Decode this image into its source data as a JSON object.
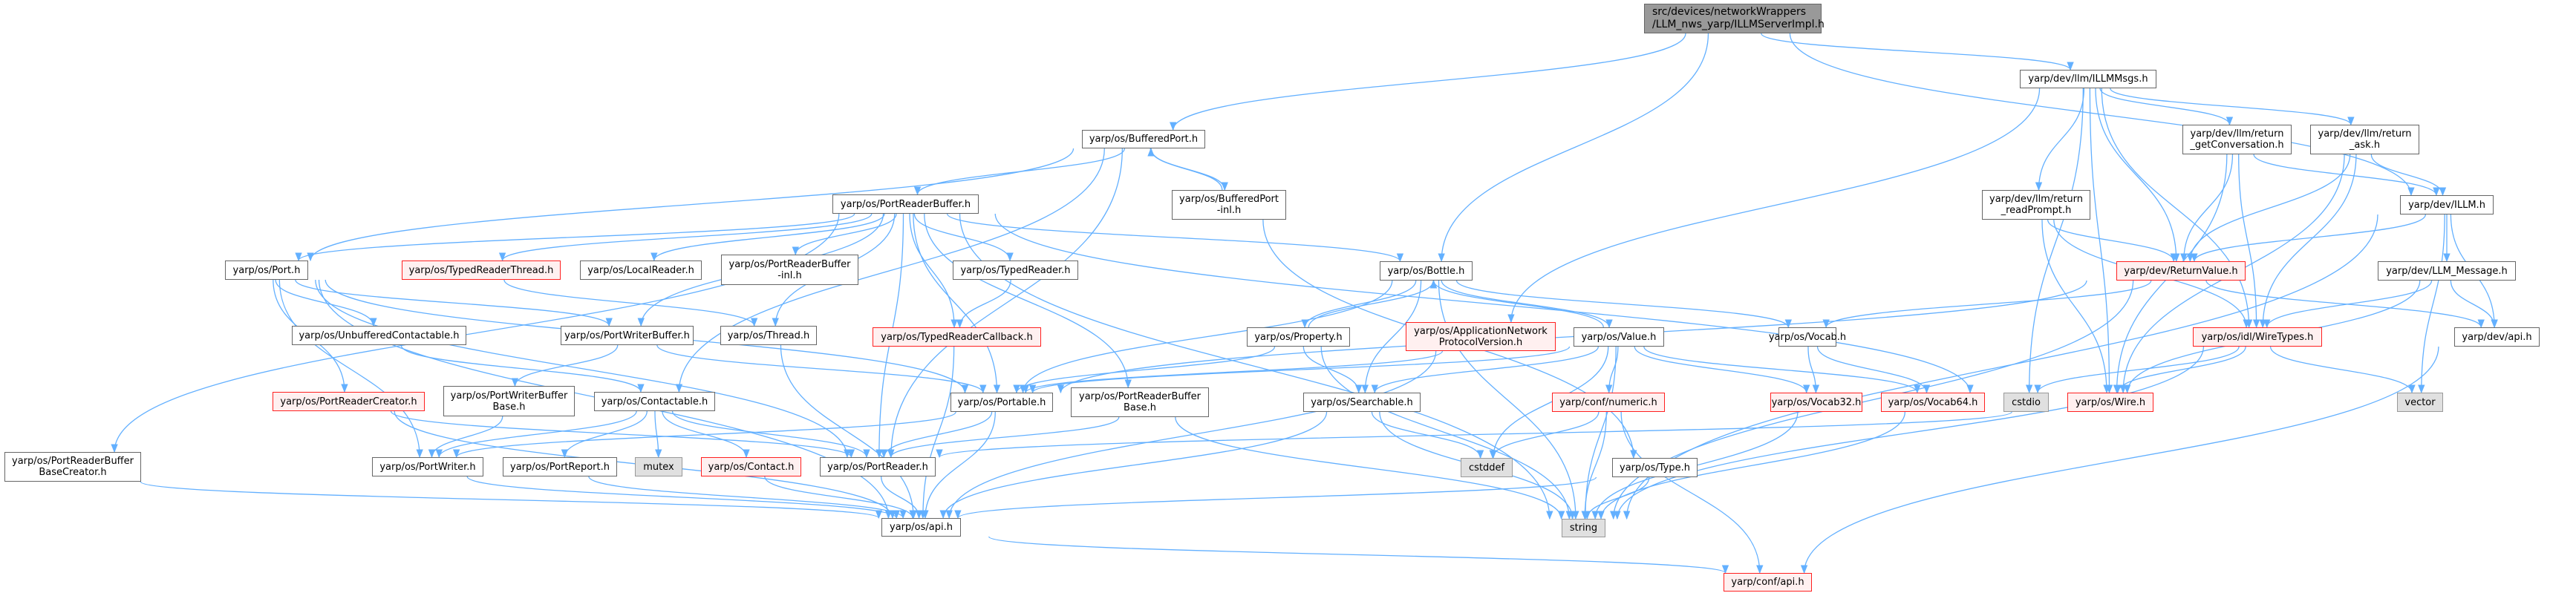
{
  "colors": {
    "edge": "#63b0ff",
    "red_border": "#ff2020",
    "red_fill": "#fff0f0",
    "ext_fill": "#e0e0e0",
    "root_fill": "#999999"
  },
  "nodes": [
    {
      "id": "root",
      "label": "src/devices/networkWrappers\n/LLM_nws_yarp/ILLMServerImpl.h",
      "kind": "root"
    },
    {
      "id": "illmmsgs",
      "label": "yarp/dev/llm/ILLMMsgs.h",
      "kind": "normal"
    },
    {
      "id": "getconv",
      "label": "yarp/dev/llm/return\n_getConversation.h",
      "kind": "normal"
    },
    {
      "id": "ask",
      "label": "yarp/dev/llm/return\n_ask.h",
      "kind": "normal"
    },
    {
      "id": "readprompt",
      "label": "yarp/dev/llm/return\n_readPrompt.h",
      "kind": "normal"
    },
    {
      "id": "illm",
      "label": "yarp/dev/ILLM.h",
      "kind": "normal"
    },
    {
      "id": "returnvalue",
      "label": "yarp/dev/ReturnValue.h",
      "kind": "red"
    },
    {
      "id": "llmmsg",
      "label": "yarp/dev/LLM_Message.h",
      "kind": "normal"
    },
    {
      "id": "wiretypes",
      "label": "yarp/os/idl/WireTypes.h",
      "kind": "red"
    },
    {
      "id": "devapi",
      "label": "yarp/dev/api.h",
      "kind": "normal"
    },
    {
      "id": "vocab",
      "label": "yarp/os/Vocab.h",
      "kind": "normal"
    },
    {
      "id": "vocab32",
      "label": "yarp/os/Vocab32.h",
      "kind": "red"
    },
    {
      "id": "vocab64",
      "label": "yarp/os/Vocab64.h",
      "kind": "red"
    },
    {
      "id": "cstdio",
      "label": "cstdio",
      "kind": "ext"
    },
    {
      "id": "wire",
      "label": "yarp/os/Wire.h",
      "kind": "red"
    },
    {
      "id": "vector",
      "label": "vector",
      "kind": "ext"
    },
    {
      "id": "confapi",
      "label": "yarp/conf/api.h",
      "kind": "red"
    },
    {
      "id": "bufferedport",
      "label": "yarp/os/BufferedPort.h",
      "kind": "normal"
    },
    {
      "id": "bpinl",
      "label": "yarp/os/BufferedPort\n-inl.h",
      "kind": "normal"
    },
    {
      "id": "bottle",
      "label": "yarp/os/Bottle.h",
      "kind": "normal"
    },
    {
      "id": "property",
      "label": "yarp/os/Property.h",
      "kind": "normal"
    },
    {
      "id": "appnet",
      "label": "yarp/os/ApplicationNetwork\nProtocolVersion.h",
      "kind": "red"
    },
    {
      "id": "value",
      "label": "yarp/os/Value.h",
      "kind": "normal"
    },
    {
      "id": "typedreader",
      "label": "yarp/os/TypedReader.h",
      "kind": "normal"
    },
    {
      "id": "trcallback",
      "label": "yarp/os/TypedReaderCallback.h",
      "kind": "red"
    },
    {
      "id": "portable",
      "label": "yarp/os/Portable.h",
      "kind": "normal"
    },
    {
      "id": "prbbase",
      "label": "yarp/os/PortReaderBuffer\nBase.h",
      "kind": "normal"
    },
    {
      "id": "searchable",
      "label": "yarp/os/Searchable.h",
      "kind": "normal"
    },
    {
      "id": "numeric",
      "label": "yarp/conf/numeric.h",
      "kind": "red"
    },
    {
      "id": "cstddef",
      "label": "cstddef",
      "kind": "ext"
    },
    {
      "id": "type",
      "label": "yarp/os/Type.h",
      "kind": "normal"
    },
    {
      "id": "string",
      "label": "string",
      "kind": "ext"
    },
    {
      "id": "prb",
      "label": "yarp/os/PortReaderBuffer.h",
      "kind": "normal"
    },
    {
      "id": "port",
      "label": "yarp/os/Port.h",
      "kind": "normal"
    },
    {
      "id": "trthread",
      "label": "yarp/os/TypedReaderThread.h",
      "kind": "red"
    },
    {
      "id": "localreader",
      "label": "yarp/os/LocalReader.h",
      "kind": "normal"
    },
    {
      "id": "prbinl",
      "label": "yarp/os/PortReaderBuffer\n-inl.h",
      "kind": "normal"
    },
    {
      "id": "unbuffered",
      "label": "yarp/os/UnbufferedContactable.h",
      "kind": "normal"
    },
    {
      "id": "pwb",
      "label": "yarp/os/PortWriterBuffer.h",
      "kind": "normal"
    },
    {
      "id": "thread",
      "label": "yarp/os/Thread.h",
      "kind": "normal"
    },
    {
      "id": "prcreator",
      "label": "yarp/os/PortReaderCreator.h",
      "kind": "red"
    },
    {
      "id": "pwbbase",
      "label": "yarp/os/PortWriterBuffer\nBase.h",
      "kind": "normal"
    },
    {
      "id": "contactable",
      "label": "yarp/os/Contactable.h",
      "kind": "normal"
    },
    {
      "id": "basecreator",
      "label": "yarp/os/PortReaderBuffer\nBaseCreator.h",
      "kind": "normal"
    },
    {
      "id": "portwriter",
      "label": "yarp/os/PortWriter.h",
      "kind": "normal"
    },
    {
      "id": "portreport",
      "label": "yarp/os/PortReport.h",
      "kind": "normal"
    },
    {
      "id": "mutex",
      "label": "mutex",
      "kind": "ext"
    },
    {
      "id": "contact",
      "label": "yarp/os/Contact.h",
      "kind": "red"
    },
    {
      "id": "portreader",
      "label": "yarp/os/PortReader.h",
      "kind": "normal"
    },
    {
      "id": "osapi",
      "label": "yarp/os/api.h",
      "kind": "normal"
    }
  ],
  "edges": [
    [
      "root",
      "bufferedport"
    ],
    [
      "root",
      "bottle"
    ],
    [
      "root",
      "illmmsgs"
    ],
    [
      "root",
      "illm"
    ],
    [
      "bufferedport",
      "prb"
    ],
    [
      "bufferedport",
      "port"
    ],
    [
      "bufferedport",
      "bpinl"
    ],
    [
      "bufferedport",
      "contactable"
    ],
    [
      "bufferedport",
      "portreader"
    ],
    [
      "bpinl",
      "bufferedport"
    ],
    [
      "bpinl",
      "type"
    ],
    [
      "prb",
      "port"
    ],
    [
      "prb",
      "trthread"
    ],
    [
      "prb",
      "localreader"
    ],
    [
      "prb",
      "prbinl"
    ],
    [
      "prb",
      "typedreader"
    ],
    [
      "prb",
      "trcallback"
    ],
    [
      "prb",
      "prbbase"
    ],
    [
      "prb",
      "portreader"
    ],
    [
      "prb",
      "bottle"
    ],
    [
      "prb",
      "string"
    ],
    [
      "prb",
      "cstdio"
    ],
    [
      "prb",
      "basecreator"
    ],
    [
      "prb",
      "pwb"
    ],
    [
      "prb",
      "portable"
    ],
    [
      "prb",
      "thread"
    ],
    [
      "port",
      "unbuffered"
    ],
    [
      "port",
      "prcreator"
    ],
    [
      "port",
      "portwriter"
    ],
    [
      "port",
      "osapi"
    ],
    [
      "port",
      "pwb"
    ],
    [
      "port",
      "portreader"
    ],
    [
      "port",
      "portable"
    ],
    [
      "trthread",
      "thread"
    ],
    [
      "thread",
      "osapi"
    ],
    [
      "unbuffered",
      "contactable"
    ],
    [
      "pwb",
      "pwbbase"
    ],
    [
      "pwb",
      "portable"
    ],
    [
      "pwbbase",
      "portwriter"
    ],
    [
      "contactable",
      "portwriter"
    ],
    [
      "contactable",
      "portreport"
    ],
    [
      "contactable",
      "mutex"
    ],
    [
      "contactable",
      "contact"
    ],
    [
      "contactable",
      "portreader"
    ],
    [
      "prcreator",
      "portreader"
    ],
    [
      "prcreator",
      "osapi"
    ],
    [
      "basecreator",
      "osapi"
    ],
    [
      "portwriter",
      "osapi"
    ],
    [
      "portreport",
      "osapi"
    ],
    [
      "contact",
      "osapi"
    ],
    [
      "portreader",
      "osapi"
    ],
    [
      "typedreader",
      "trcallback"
    ],
    [
      "trcallback",
      "osapi"
    ],
    [
      "portable",
      "portreader"
    ],
    [
      "portable",
      "portwriter"
    ],
    [
      "portable",
      "osapi"
    ],
    [
      "prbbase",
      "portreader"
    ],
    [
      "prbbase",
      "string"
    ],
    [
      "bottle",
      "portable"
    ],
    [
      "bottle",
      "property"
    ],
    [
      "bottle",
      "searchable"
    ],
    [
      "bottle",
      "value"
    ],
    [
      "bottle",
      "vocab"
    ],
    [
      "bottle",
      "string"
    ],
    [
      "property",
      "bottle"
    ],
    [
      "property",
      "portable"
    ],
    [
      "property",
      "searchable"
    ],
    [
      "property",
      "string"
    ],
    [
      "value",
      "bottle"
    ],
    [
      "value",
      "portable"
    ],
    [
      "value",
      "searchable"
    ],
    [
      "value",
      "numeric"
    ],
    [
      "value",
      "cstddef"
    ],
    [
      "value",
      "string"
    ],
    [
      "value",
      "vocab32"
    ],
    [
      "value",
      "vocab64"
    ],
    [
      "appnet",
      "portable"
    ],
    [
      "appnet",
      "osapi"
    ],
    [
      "searchable",
      "osapi"
    ],
    [
      "searchable",
      "cstddef"
    ],
    [
      "searchable",
      "string"
    ],
    [
      "numeric",
      "cstddef"
    ],
    [
      "numeric",
      "string"
    ],
    [
      "numeric",
      "confapi"
    ],
    [
      "type",
      "osapi"
    ],
    [
      "type",
      "string"
    ],
    [
      "osapi",
      "confapi"
    ],
    [
      "illmmsgs",
      "getconv"
    ],
    [
      "illmmsgs",
      "ask"
    ],
    [
      "illmmsgs",
      "readprompt"
    ],
    [
      "illmmsgs",
      "returnvalue"
    ],
    [
      "illmmsgs",
      "wiretypes"
    ],
    [
      "illmmsgs",
      "wire"
    ],
    [
      "illmmsgs",
      "appnet"
    ],
    [
      "illmmsgs",
      "cstdio"
    ],
    [
      "getconv",
      "returnvalue"
    ],
    [
      "getconv",
      "wiretypes"
    ],
    [
      "getconv",
      "illm"
    ],
    [
      "getconv",
      "wire"
    ],
    [
      "ask",
      "illm"
    ],
    [
      "ask",
      "returnvalue"
    ],
    [
      "ask",
      "wiretypes"
    ],
    [
      "ask",
      "wire"
    ],
    [
      "readprompt",
      "returnvalue"
    ],
    [
      "readprompt",
      "wiretypes"
    ],
    [
      "readprompt",
      "wire"
    ],
    [
      "illm",
      "returnvalue"
    ],
    [
      "illm",
      "llmmsg"
    ],
    [
      "illm",
      "devapi"
    ],
    [
      "illm",
      "vector"
    ],
    [
      "illm",
      "string"
    ],
    [
      "returnvalue",
      "vocab"
    ],
    [
      "returnvalue",
      "string"
    ],
    [
      "returnvalue",
      "devapi"
    ],
    [
      "returnvalue",
      "portable"
    ],
    [
      "llmmsg",
      "wiretypes"
    ],
    [
      "llmmsg",
      "devapi"
    ],
    [
      "llmmsg",
      "wire"
    ],
    [
      "wiretypes",
      "cstdio"
    ],
    [
      "wiretypes",
      "wire"
    ],
    [
      "wiretypes",
      "vector"
    ],
    [
      "wiretypes",
      "string"
    ],
    [
      "vocab",
      "vocab32"
    ],
    [
      "vocab",
      "vocab64"
    ],
    [
      "vocab32",
      "string"
    ],
    [
      "vocab64",
      "string"
    ],
    [
      "wire",
      "portreader"
    ],
    [
      "devapi",
      "confapi"
    ]
  ]
}
